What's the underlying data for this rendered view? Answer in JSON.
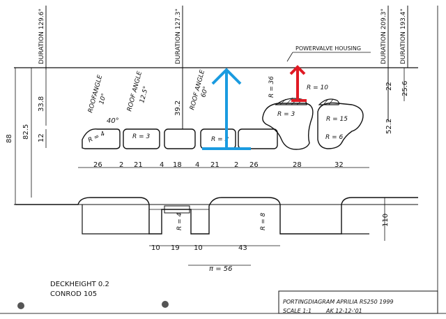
{
  "durations": {
    "left": "DURATION 129.6°",
    "mid": "DURATION 127.3°",
    "right1": "DURATION 209.3°",
    "right2": "DURATION 193.4°"
  },
  "labels": {
    "powervalve": "POWERVALVE HOUSING",
    "roof1": "ROOFANGLE",
    "roof1_val": "10°",
    "roof_40": "40°",
    "roof2": "ROOF ANGLE",
    "roof2_val": "12.5°",
    "roof3": "ROOF ANGLE",
    "roof3_val": "60°"
  },
  "radii": {
    "r4": "R = 4",
    "r3a": "R = 3",
    "r2": "R = 2",
    "r36": "R = 36",
    "r10": "R = 10",
    "r3b": "R = 3",
    "r15": "R = 15",
    "r6": "R = 6",
    "r4_lower": "R = 4",
    "r8": "R = 8"
  },
  "left_dims": {
    "d88": "88",
    "d825": "82.5",
    "d338": "33.8",
    "d12": "12",
    "d392": "39.2"
  },
  "right_dims": {
    "d22": "22",
    "d256": "25.6",
    "d522": "52.2",
    "d110": "110"
  },
  "bottom_dims": [
    "26",
    "2",
    "21",
    "4",
    "18",
    "4",
    "21",
    "2",
    "26",
    "28",
    "32"
  ],
  "lower_dims": [
    "10",
    "19",
    "10",
    "43"
  ],
  "pi_dim": "π = 56",
  "notes": {
    "deck": "DECKHEIGHT 0.2",
    "conrod": "CONROD 105"
  },
  "title_block": {
    "title": "PORTINGDIAGRAM APRILIA RS250 1999",
    "scale": "SCALE 1:1",
    "author_date": "AK 12-12-'01"
  },
  "arrow_colors": {
    "blue": "#1a9be0",
    "red": "#e01a24"
  }
}
